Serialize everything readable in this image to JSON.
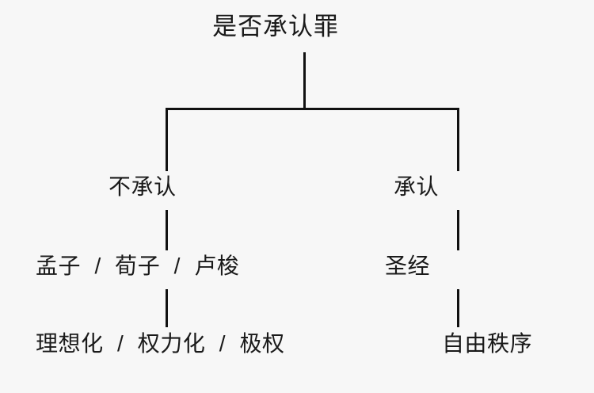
{
  "diagram": {
    "type": "tree",
    "title": "是否承认罪",
    "background_color": "#f7f7f7",
    "text_color": "#1a1a1a",
    "edge_color": "#111111",
    "levels": [
      {
        "level": 1,
        "nodes": [
          {
            "id": "root",
            "label": "是否承认罪"
          }
        ]
      },
      {
        "level": 2,
        "nodes": [
          {
            "id": "deny",
            "label": "不承认",
            "parent": "root"
          },
          {
            "id": "admit",
            "label": "承认",
            "parent": "root"
          }
        ]
      },
      {
        "level": 3,
        "nodes": [
          {
            "id": "deny-thinkers",
            "label": "孟子 / 荀子 / 卢梭",
            "parent": "deny"
          },
          {
            "id": "admit-source",
            "label": "圣经",
            "parent": "admit"
          }
        ]
      },
      {
        "level": 4,
        "nodes": [
          {
            "id": "deny-outcome",
            "label": "理想化 / 权力化 / 极权",
            "parent": "deny-thinkers"
          },
          {
            "id": "admit-outcome",
            "label": "自由秩序",
            "parent": "admit-source"
          }
        ]
      }
    ]
  },
  "nodes": {
    "root": {
      "label": "是否承认罪"
    },
    "deny": {
      "label": "不承认"
    },
    "admit": {
      "label": "承认"
    },
    "deny_thinkers": {
      "full": "孟子 / 荀子 / 卢梭",
      "items": [
        "孟子",
        "荀子",
        "卢梭"
      ],
      "separator": "/"
    },
    "admit_source": {
      "full": "圣经",
      "items": [
        "圣经"
      ]
    },
    "deny_outcome": {
      "full": "理想化 / 权力化 / 极权",
      "items": [
        "理想化",
        "权力化",
        "极权"
      ],
      "separator": "/"
    },
    "admit_outcome": {
      "full": "自由秩序",
      "items": [
        "自由秩序"
      ]
    }
  }
}
